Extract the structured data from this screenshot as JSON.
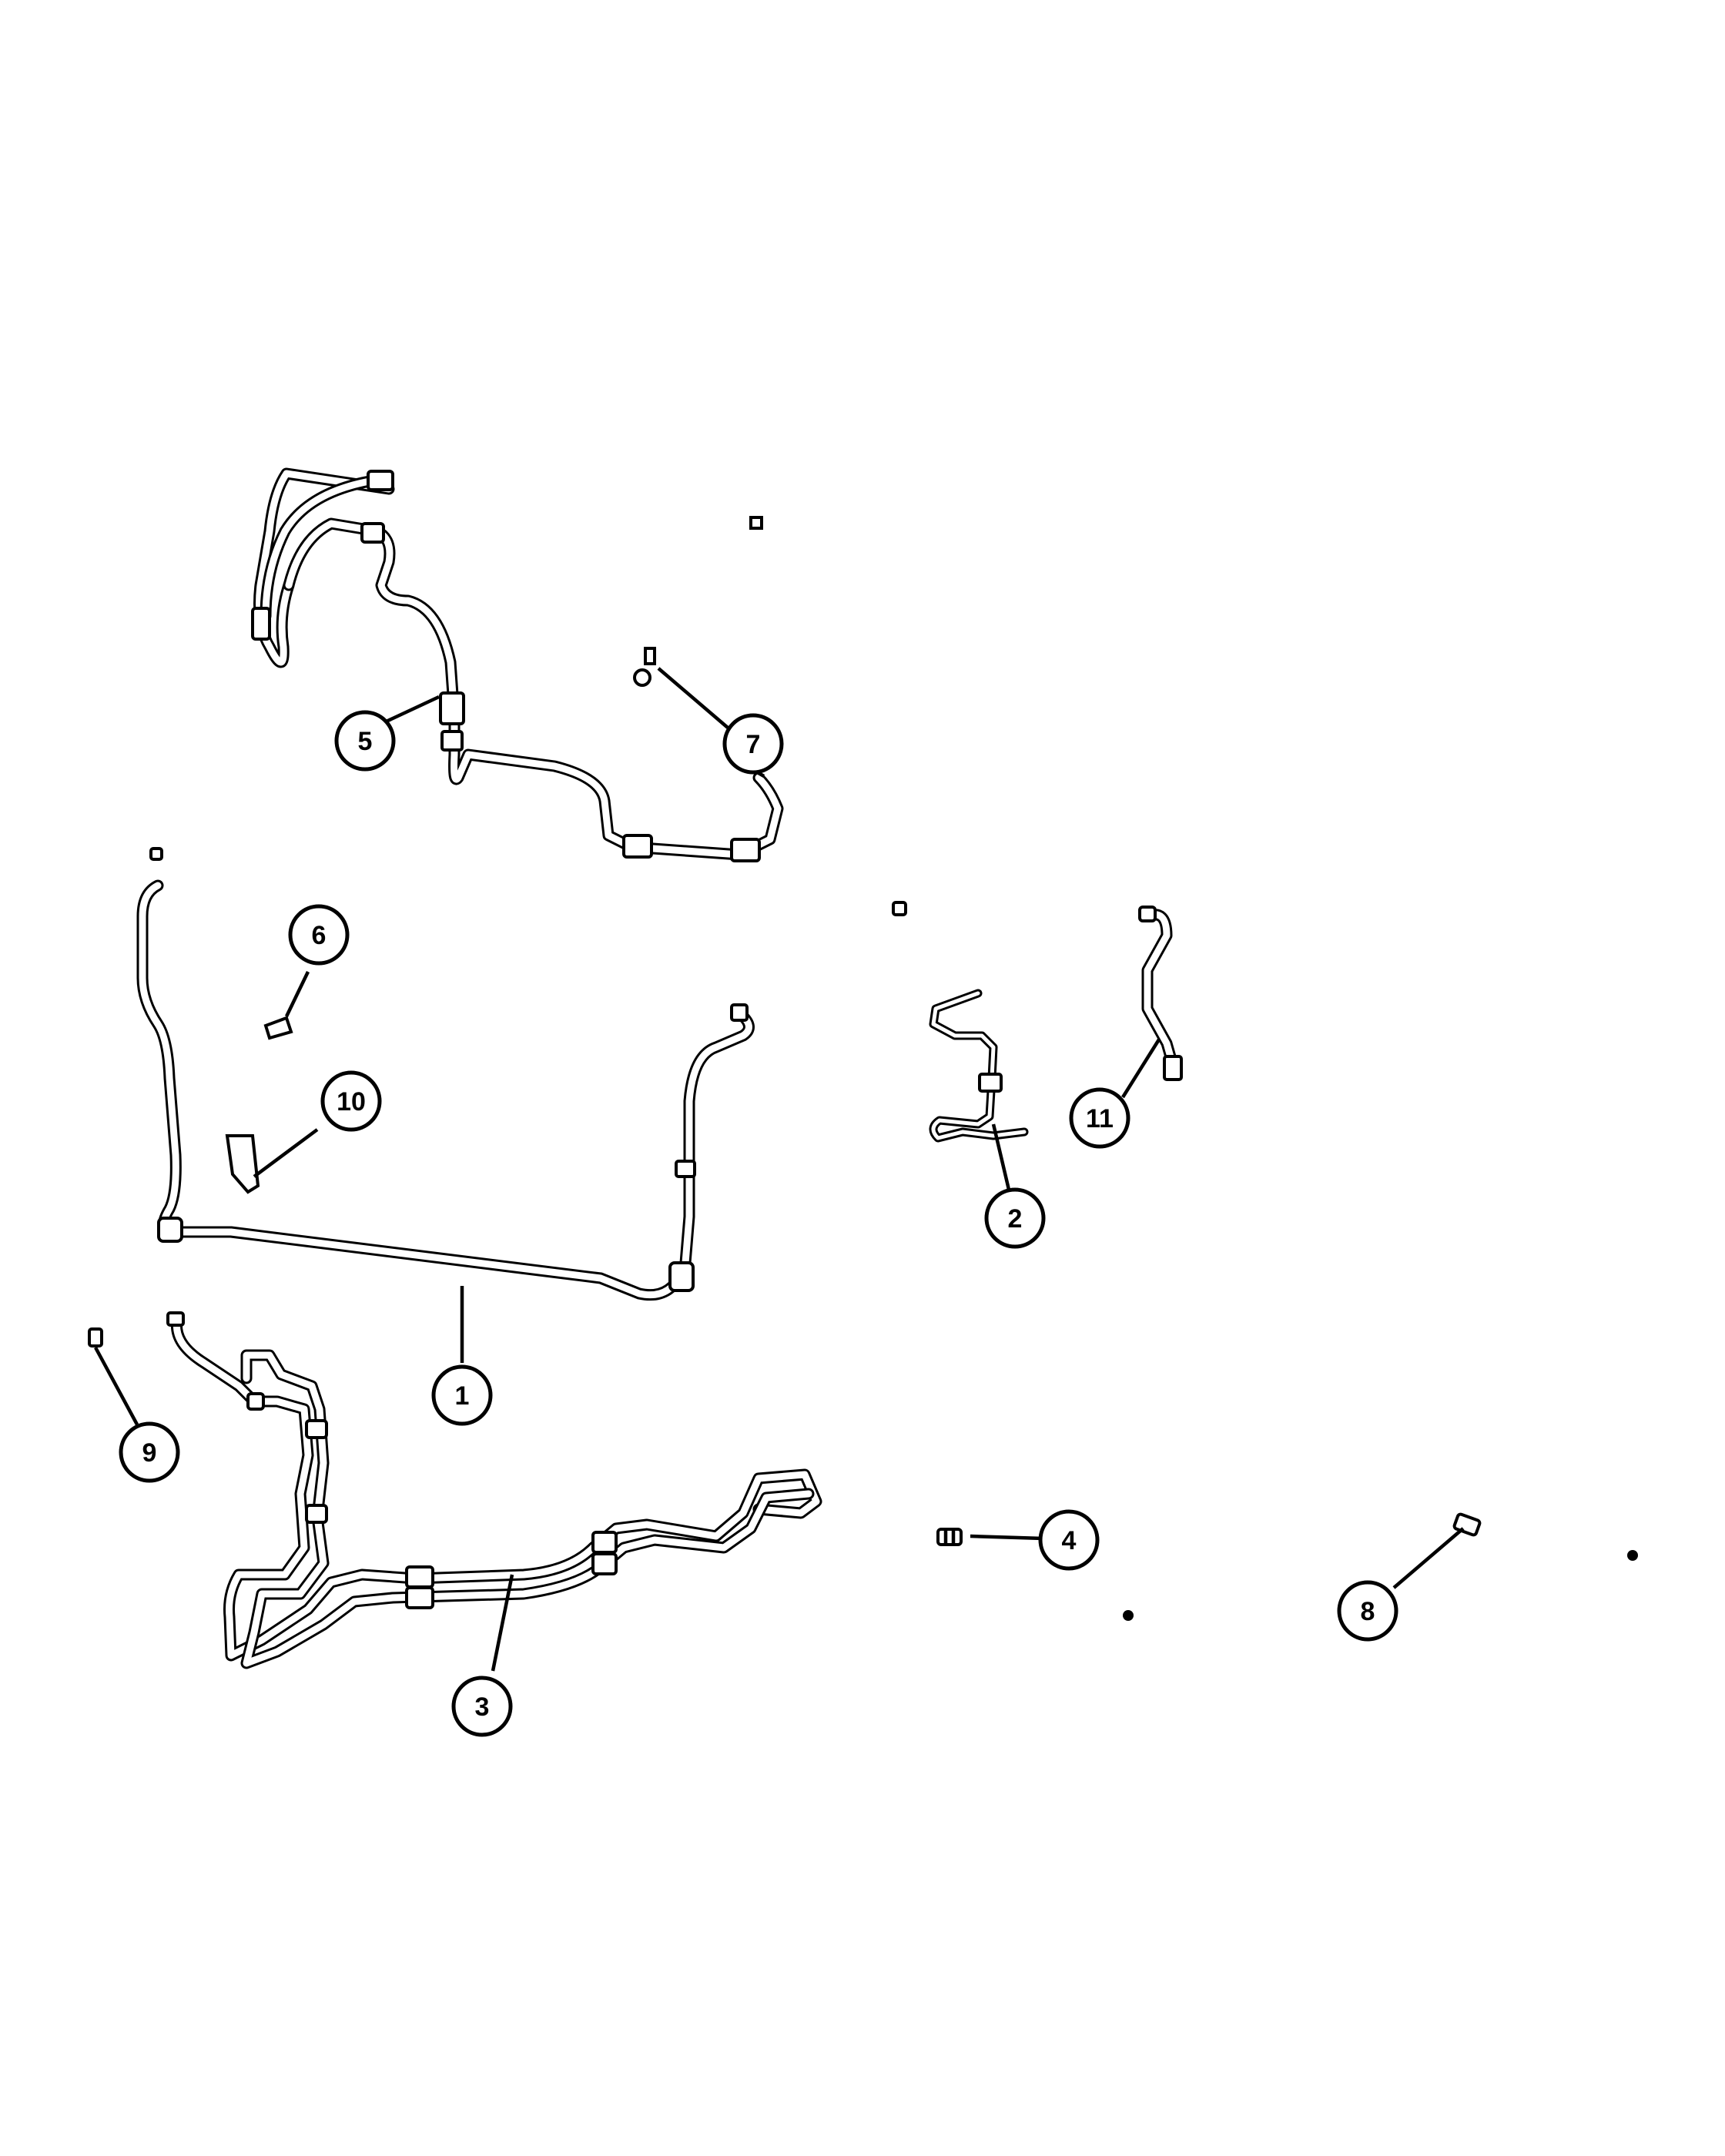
{
  "callouts": [
    {
      "id": "1",
      "label": "1"
    },
    {
      "id": "2",
      "label": "2"
    },
    {
      "id": "3",
      "label": "3"
    },
    {
      "id": "4",
      "label": "4"
    },
    {
      "id": "5",
      "label": "5"
    },
    {
      "id": "6",
      "label": "6"
    },
    {
      "id": "7",
      "label": "7"
    },
    {
      "id": "8",
      "label": "8"
    },
    {
      "id": "9",
      "label": "9"
    },
    {
      "id": "10",
      "label": "10"
    },
    {
      "id": "11",
      "label": "11"
    }
  ],
  "colors": {
    "line": "#000000",
    "background": "#ffffff"
  }
}
